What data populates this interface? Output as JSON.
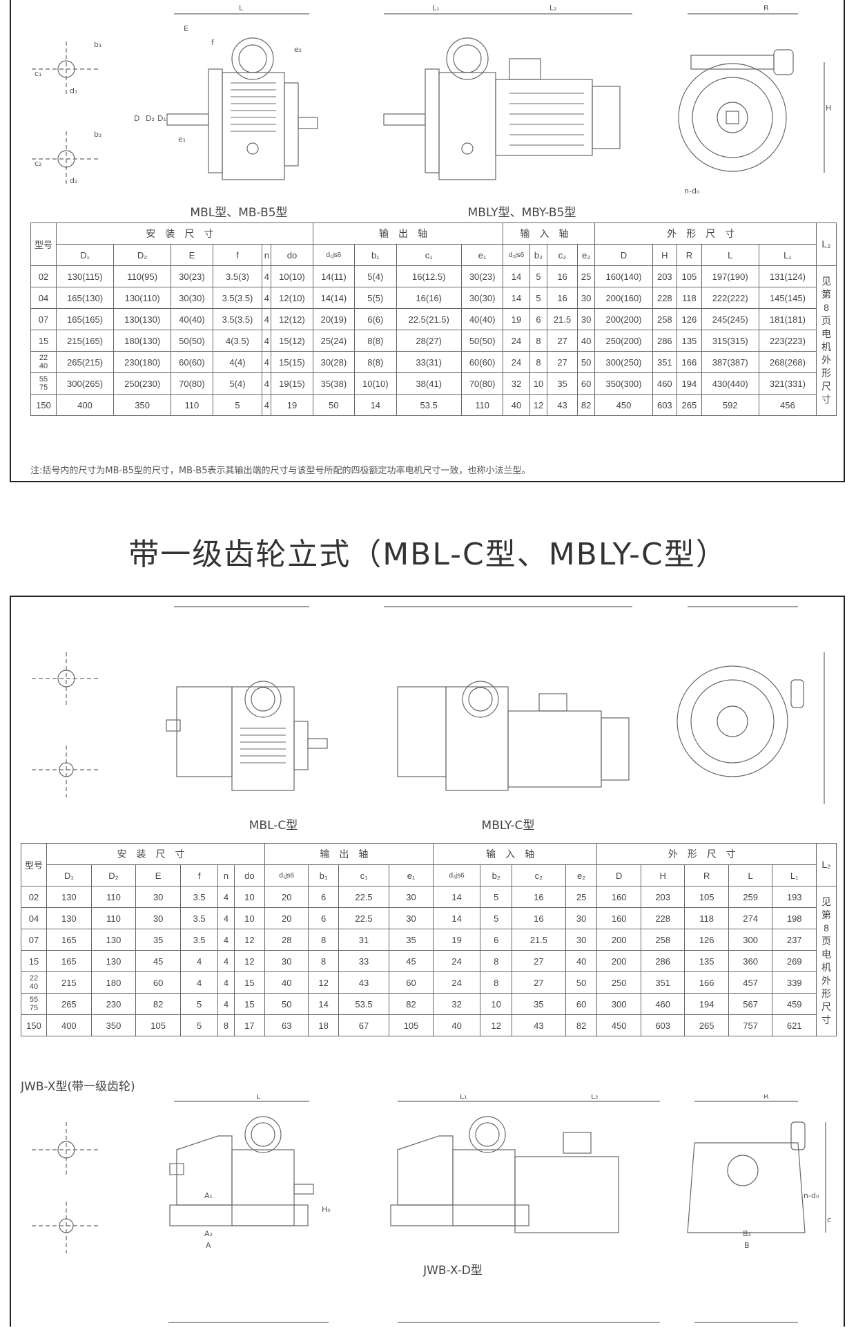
{
  "section1": {
    "captions": {
      "left": "MBL型、MB-B5型",
      "right": "MBLY型、MBY-B5型"
    },
    "dim_labels": {
      "L": "L",
      "L1": "L₁",
      "L2": "L₂",
      "R": "R",
      "E": "E",
      "f": "f",
      "e2": "e₂",
      "e1": "e₁",
      "D": "D",
      "D1": "D₁",
      "D2": "D₂",
      "H": "H",
      "b1": "b₁",
      "b2": "b₂",
      "c1": "c₁",
      "c2": "c₂",
      "d1": "d₁",
      "d2": "d₂",
      "nd0": "n-d₀"
    },
    "table": {
      "model_header": "型号",
      "groups": [
        "安装尺寸",
        "输出轴",
        "输入轴",
        "外形尺寸"
      ],
      "columns": [
        "D₁",
        "D₂",
        "E",
        "f",
        "n",
        "do",
        "d₁js6",
        "b₁",
        "c₁",
        "e₁",
        "d₂js6",
        "b₂",
        "c₂",
        "e₂",
        "D",
        "H",
        "R",
        "L",
        "L₁",
        "L₂"
      ],
      "rows": [
        [
          "02",
          "130(115)",
          "110(95)",
          "30(23)",
          "3.5(3)",
          "4",
          "10(10)",
          "14(11)",
          "5(4)",
          "16(12.5)",
          "30(23)",
          "14",
          "5",
          "16",
          "25",
          "160(140)",
          "203",
          "105",
          "197(190)",
          "131(124)"
        ],
        [
          "04",
          "165(130)",
          "130(110)",
          "30(30)",
          "3.5(3.5)",
          "4",
          "12(10)",
          "14(14)",
          "5(5)",
          "16(16)",
          "30(30)",
          "14",
          "5",
          "16",
          "30",
          "200(160)",
          "228",
          "118",
          "222(222)",
          "145(145)"
        ],
        [
          "07",
          "165(165)",
          "130(130)",
          "40(40)",
          "3.5(3.5)",
          "4",
          "12(12)",
          "20(19)",
          "6(6)",
          "22.5(21.5)",
          "40(40)",
          "19",
          "6",
          "21.5",
          "30",
          "200(200)",
          "258",
          "126",
          "245(245)",
          "181(181)"
        ],
        [
          "15",
          "215(165)",
          "180(130)",
          "50(50)",
          "4(3.5)",
          "4",
          "15(12)",
          "25(24)",
          "8(8)",
          "28(27)",
          "50(50)",
          "24",
          "8",
          "27",
          "40",
          "250(200)",
          "286",
          "135",
          "315(315)",
          "223(223)"
        ],
        [
          "22 40",
          "265(215)",
          "230(180)",
          "60(60)",
          "4(4)",
          "4",
          "15(15)",
          "30(28)",
          "8(8)",
          "33(31)",
          "60(60)",
          "24",
          "8",
          "27",
          "50",
          "300(250)",
          "351",
          "166",
          "387(387)",
          "268(268)"
        ],
        [
          "55 75",
          "300(265)",
          "250(230)",
          "70(80)",
          "5(4)",
          "4",
          "19(15)",
          "35(38)",
          "10(10)",
          "38(41)",
          "70(80)",
          "32",
          "10",
          "35",
          "60",
          "350(300)",
          "460",
          "194",
          "430(440)",
          "321(331)"
        ],
        [
          "150",
          "400",
          "350",
          "110",
          "5",
          "4",
          "19",
          "50",
          "14",
          "53.5",
          "110",
          "40",
          "12",
          "43",
          "82",
          "450",
          "603",
          "265",
          "592",
          "456"
        ]
      ],
      "l2_note": "见第8页电机外形尺寸"
    },
    "note": "注:括号内的尺寸为MB-B5型的尺寸，MB-B5表示其输出端的尺寸与该型号所配的四极额定功率电机尺寸一致，也称小法兰型。"
  },
  "title": "带一级齿轮立式（MBL-C型、MBLY-C型）",
  "section2": {
    "captions": {
      "left": "MBL-C型",
      "right": "MBLY-C型"
    },
    "table": {
      "model_header": "型号",
      "groups": [
        "安装尺寸",
        "输出轴",
        "输入轴",
        "外形尺寸"
      ],
      "columns": [
        "D₁",
        "D₂",
        "E",
        "f",
        "n",
        "do",
        "d₁js6",
        "b₁",
        "c₁",
        "e₁",
        "d₂js6",
        "b₂",
        "c₂",
        "e₂",
        "D",
        "H",
        "R",
        "L",
        "L₁",
        "L₂"
      ],
      "rows": [
        [
          "02",
          "130",
          "110",
          "30",
          "3.5",
          "4",
          "10",
          "20",
          "6",
          "22.5",
          "30",
          "14",
          "5",
          "16",
          "25",
          "160",
          "203",
          "105",
          "259",
          "193"
        ],
        [
          "04",
          "130",
          "110",
          "30",
          "3.5",
          "4",
          "10",
          "20",
          "6",
          "22.5",
          "30",
          "14",
          "5",
          "16",
          "30",
          "160",
          "228",
          "118",
          "274",
          "198"
        ],
        [
          "07",
          "165",
          "130",
          "35",
          "3.5",
          "4",
          "12",
          "28",
          "8",
          "31",
          "35",
          "19",
          "6",
          "21.5",
          "30",
          "200",
          "258",
          "126",
          "300",
          "237"
        ],
        [
          "15",
          "165",
          "130",
          "45",
          "4",
          "4",
          "12",
          "30",
          "8",
          "33",
          "45",
          "24",
          "8",
          "27",
          "40",
          "200",
          "286",
          "135",
          "360",
          "269"
        ],
        [
          "22 40",
          "215",
          "180",
          "60",
          "4",
          "4",
          "15",
          "40",
          "12",
          "43",
          "60",
          "24",
          "8",
          "27",
          "50",
          "250",
          "351",
          "166",
          "457",
          "339"
        ],
        [
          "55 75",
          "265",
          "230",
          "82",
          "5",
          "4",
          "15",
          "50",
          "14",
          "53.5",
          "82",
          "32",
          "10",
          "35",
          "60",
          "300",
          "460",
          "194",
          "567",
          "459"
        ],
        [
          "150",
          "400",
          "350",
          "105",
          "5",
          "8",
          "17",
          "63",
          "18",
          "67",
          "105",
          "40",
          "12",
          "43",
          "82",
          "450",
          "603",
          "265",
          "757",
          "621"
        ]
      ],
      "l2_note": "见第8页电机外形尺寸"
    },
    "jwb_label": "JWB-X型(带一级齿轮)",
    "jwb_caption": "JWB-X-D型",
    "jwb_dims": {
      "H0": "H₀",
      "A": "A",
      "A1": "A₁",
      "A2": "A₂",
      "B": "B",
      "B2": "B₂",
      "c": "c"
    }
  }
}
